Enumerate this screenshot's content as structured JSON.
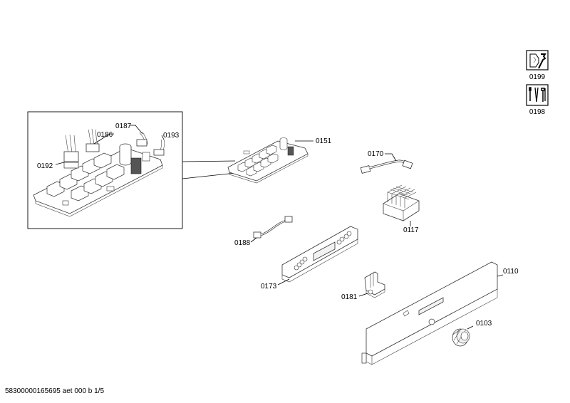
{
  "footer_text": "58300000165695 aet 000 b 1/5",
  "icons": [
    {
      "name": "wrench-icon",
      "label": "0199"
    },
    {
      "name": "tools-icon",
      "label": "0198"
    }
  ],
  "labels": {
    "p0151": "0151",
    "p0170": "0170",
    "p0117": "0117",
    "p0188": "0188",
    "p0173": "0173",
    "p0181": "0181",
    "p0110": "0110",
    "p0103": "0103",
    "p0187": "0187",
    "p0186": "0186",
    "p0193": "0193",
    "p0192": "0192"
  }
}
